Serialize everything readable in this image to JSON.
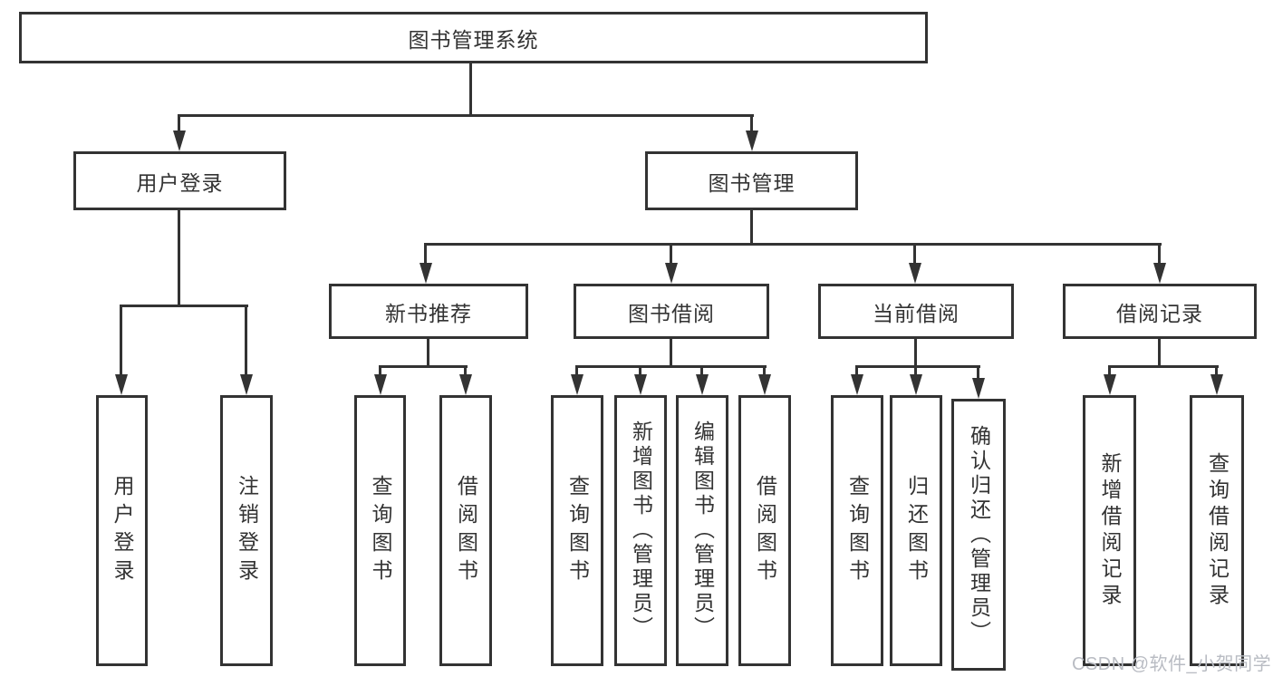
{
  "diagram": {
    "type": "tree",
    "root": {
      "label": "图书管理系统"
    },
    "level2": [
      {
        "label": "用户登录"
      },
      {
        "label": "图书管理"
      }
    ],
    "level3": [
      {
        "label": "新书推荐",
        "parent": "图书管理"
      },
      {
        "label": "图书借阅",
        "parent": "图书管理"
      },
      {
        "label": "当前借阅",
        "parent": "图书管理"
      },
      {
        "label": "借阅记录",
        "parent": "图书管理"
      }
    ],
    "leaves": [
      {
        "label": "用户登录",
        "parent": "用户登录"
      },
      {
        "label": "注销登录",
        "parent": "用户登录"
      },
      {
        "label": "查询图书",
        "parent": "新书推荐"
      },
      {
        "label": "借阅图书",
        "parent": "新书推荐"
      },
      {
        "label": "查询图书",
        "parent": "图书借阅"
      },
      {
        "label": "新增图书（管理员）",
        "parent": "图书借阅"
      },
      {
        "label": "编辑图书（管理员）",
        "parent": "图书借阅"
      },
      {
        "label": "借阅图书",
        "parent": "图书借阅"
      },
      {
        "label": "查询图书",
        "parent": "当前借阅"
      },
      {
        "label": "归还图书",
        "parent": "当前借阅"
      },
      {
        "label": "确认归还（管理员）",
        "parent": "当前借阅"
      },
      {
        "label": "新增借阅记录",
        "parent": "借阅记录"
      },
      {
        "label": "查询借阅记录",
        "parent": "借阅记录"
      }
    ]
  },
  "watermark": {
    "text": "CSDN @软件_小贺同学"
  },
  "colors": {
    "line": "#333333",
    "box_border": "#333333",
    "text": "#333333",
    "background": "#ffffff",
    "watermark": "#b9bcc3"
  }
}
